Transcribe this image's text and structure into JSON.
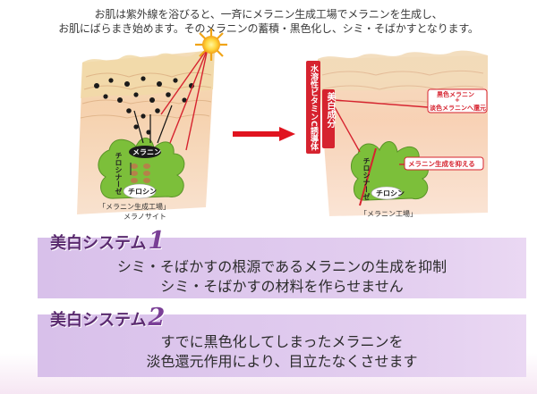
{
  "intro": {
    "line1": "お肌は紫外線を浴びると、一斉にメラニン生成工場でメラニンを生成し、",
    "line2": "お肌にばらまき始めます。そのメラニンの蓄積・黒色化し、シミ・そばかすとなります。"
  },
  "left_diagram": {
    "melanin": "メラニン",
    "tyrosinase": "チロシナーゼ",
    "tyrosine": "チロシン",
    "caption1": "「メラニン生成工場」",
    "caption2": "メラノサイト"
  },
  "right_diagram": {
    "vitamin_c": "水溶性ビタミンC誘導体",
    "whitening": "美白成分",
    "black_melanin": "黒色メラニン",
    "plus": "+",
    "reduce": "淡色メラニンへ還元",
    "suppress": "メラニン生成を抑える",
    "tyrosinase": "チロシナーゼ",
    "tyrosine": "チロシン",
    "caption": "「メラニン工場」"
  },
  "systems": [
    {
      "title": "美白システム",
      "number": "1",
      "lines": [
        "シミ・そばかすの根源であるメラニンの生成を抑制",
        "シミ・そばかすの材料を作らせません"
      ]
    },
    {
      "title": "美白システム",
      "number": "2",
      "lines": [
        "すでに黒色化してしまったメラニンを",
        "淡色還元作用により、目立たなくさせます"
      ]
    }
  ],
  "colors": {
    "skin": "#f6c9a6",
    "skin_top": "#f3ddb7",
    "cell_green": "#7cbf3a",
    "red_accent": "#d6232f",
    "band": "#dcc6ee",
    "title": "#5a2a6f"
  },
  "icons": [
    "sun-icon",
    "uv-arrow-icon",
    "transition-arrow-icon"
  ]
}
